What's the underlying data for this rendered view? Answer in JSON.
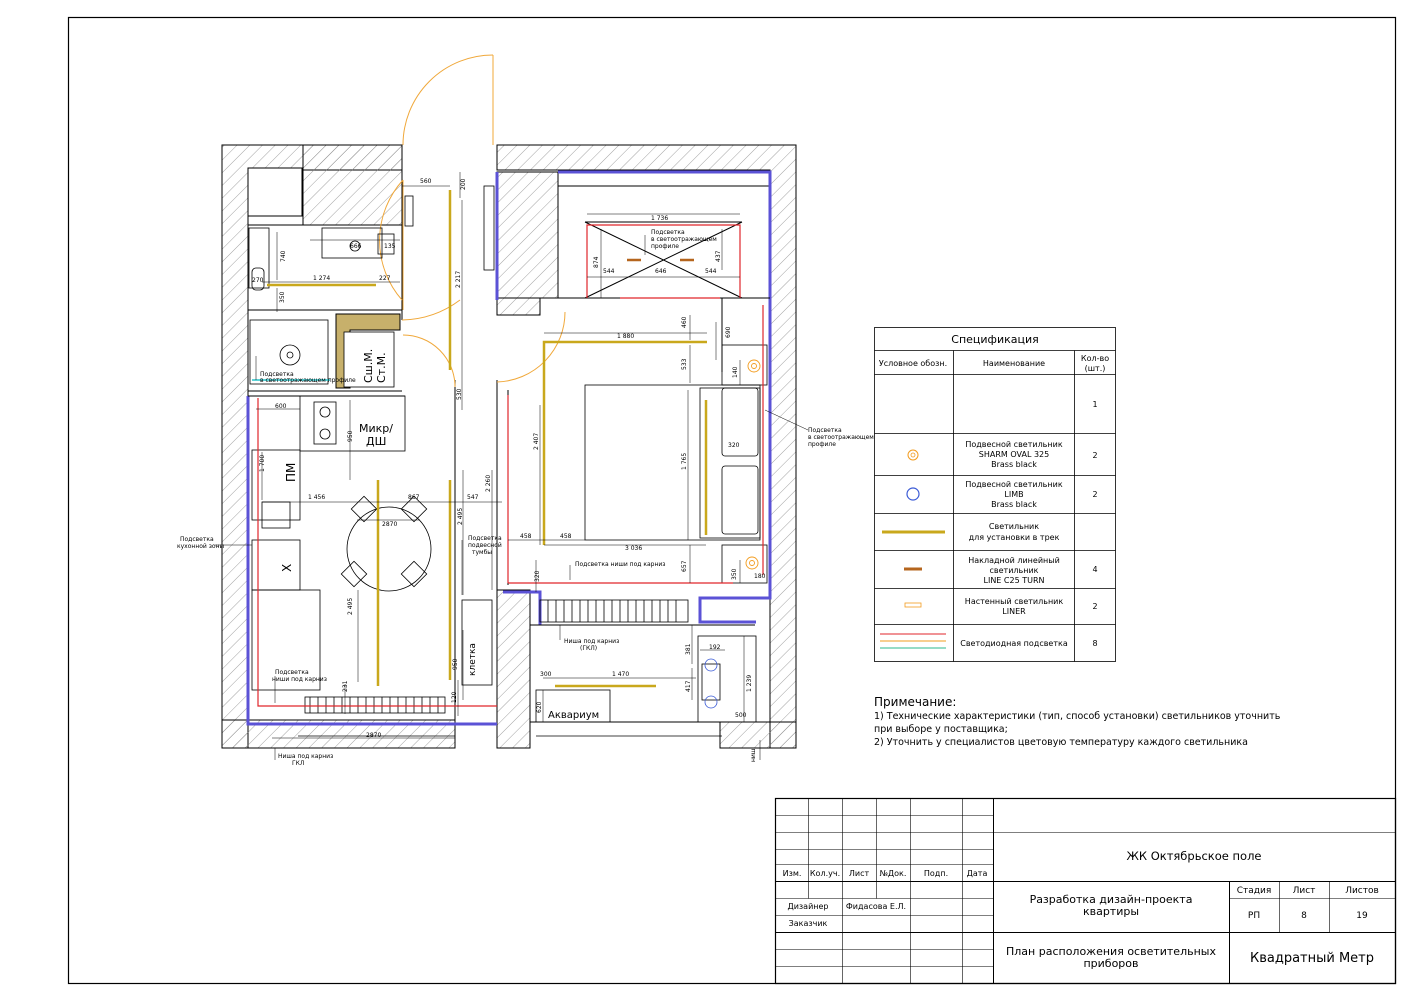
{
  "plan": {
    "rooms": {
      "wm": "Сш.М.",
      "dryer": "Ст.М.",
      "micro": "Микр/",
      "dw": "ДШ",
      "pm": "ПМ",
      "fridge": "Х",
      "cage": "клетка",
      "aquarium": "Аквариум"
    },
    "dims": {
      "d560": "560",
      "d200": "200",
      "d740": "740",
      "d666": "666",
      "d135": "135",
      "d270": "270",
      "d1274": "1 274",
      "d227": "227",
      "d350": "350",
      "d2217": "2 217",
      "d530": "530",
      "d600": "600",
      "d950a": "950",
      "d1700": "1 700",
      "d1456": "1 456",
      "d867": "867",
      "d547": "547",
      "d2870mid": "2870",
      "d2495a": "2 495",
      "d2260": "2 260",
      "d2495b": "2 495",
      "d950b": "950",
      "d120": "120",
      "d231": "231",
      "d2870bot": "2870",
      "d1736": "1 736",
      "d874": "874",
      "d437": "437",
      "d544a": "544",
      "d646": "646",
      "d544b": "544",
      "d1880": "1 880",
      "d460": "460",
      "d690": "690",
      "d533": "533",
      "d140": "140",
      "d2407": "2 407",
      "d1765": "1 765",
      "d320a": "320",
      "d458a": "458",
      "d458b": "458",
      "d3036": "3 036",
      "d657": "657",
      "d320b": "320",
      "d350b": "350",
      "d180": "180",
      "d381": "381",
      "d192": "192",
      "d1470": "1 470",
      "d300": "300",
      "d417": "417",
      "d1239": "1 239",
      "d620": "620",
      "d500": "500"
    },
    "labels": {
      "bathProfile1": "Подсветка",
      "bathProfile2": "в светоотражающем профиле",
      "ledProfileBath1": "Подсветка",
      "ledProfileBath2": "в светоотражающем",
      "ledProfileBath3": "профиле",
      "ledBedroom1": "Подсветка",
      "ledBedroom2": "в светоотражающем",
      "ledBedroom3": "профиле",
      "kitchenZone1": "Подсветка",
      "kitchenZone2": "кухонной зоны",
      "tumba1": "Подсветка",
      "tumba2": "подвесной",
      "tumba3": "тумбы",
      "nishaBed": "Подсветка ниши под карниз",
      "nishaKitchen1": "Подсветка",
      "nishaKitchen2": "ниши под карниз",
      "nishaGkl1": "Ниша под карниз",
      "nishaGkl2": "(ГКЛ)",
      "nishaBottom1": "Ниша под карниз",
      "nishaBottom2": "ГКЛ",
      "smallRight": "ниш"
    }
  },
  "spec": {
    "title": "Спецификация",
    "headers": {
      "symbol": "Условное обозн.",
      "name": "Наименование",
      "qty1": "Кол-во",
      "qty2": "(шт.)"
    },
    "rows": [
      {
        "lines": [],
        "qty": "1",
        "symbol": "blank"
      },
      {
        "lines": [
          "Подвесной светильник",
          "SHARM OVAL 325",
          "Brass black"
        ],
        "qty": "2",
        "symbol": "orange-circle"
      },
      {
        "lines": [
          "Подвесной светильник",
          "LIMB",
          "Brass black"
        ],
        "qty": "2",
        "symbol": "blue-circle"
      },
      {
        "lines": [
          "Светильник",
          "для установки в трек"
        ],
        "qty": "",
        "symbol": "yellow-track"
      },
      {
        "lines": [
          "Накладной линейный",
          "светильник",
          "LINE C25 TURN"
        ],
        "qty": "4",
        "symbol": "brown-bar"
      },
      {
        "lines": [
          "Настенный светильник",
          "LINER"
        ],
        "qty": "2",
        "symbol": "wall-rect"
      },
      {
        "lines": [
          "Светодиодная подсветка"
        ],
        "qty": "8",
        "symbol": "led-lines"
      }
    ]
  },
  "notes": {
    "title": "Примечание:",
    "lines": [
      "1) Технические характеристики (тип, способ установки) светильников уточнить",
      "при выборе у поставщика;",
      "2) Уточнить у специалистов цветовую температуру каждого светильника"
    ]
  },
  "stamp": {
    "cols": [
      "Изм.",
      "Кол.уч.",
      "Лист",
      "№Док.",
      "Подп.",
      "Дата"
    ],
    "designerRole": "Дизайнер",
    "designerName": "Фидасова Е.Л.",
    "clientRole": "Заказчик",
    "project": "ЖК Октябрьское поле",
    "work1": "Разработка дизайн-проекта",
    "work2": "квартиры",
    "sheetTitle1": "План расположения осветительных",
    "sheetTitle2": "приборов",
    "stageHeader": "Стадия",
    "sheetHeader": "Лист",
    "sheetsHeader": "Листов",
    "stage": "РП",
    "sheet": "8",
    "sheets": "19",
    "company": "Квадратный Метр"
  },
  "colors": {
    "ink": "#000000",
    "wallHatch": "#7a7a7a",
    "led": "#e0262b",
    "ledOrange": "#f29c1f",
    "ledGreen": "#2cb88c",
    "perimeter": "#5b52d6",
    "track": "#c9a81c",
    "brown": "#b5651d",
    "door": "#f0a83a",
    "cyan": "#27c4c9"
  }
}
